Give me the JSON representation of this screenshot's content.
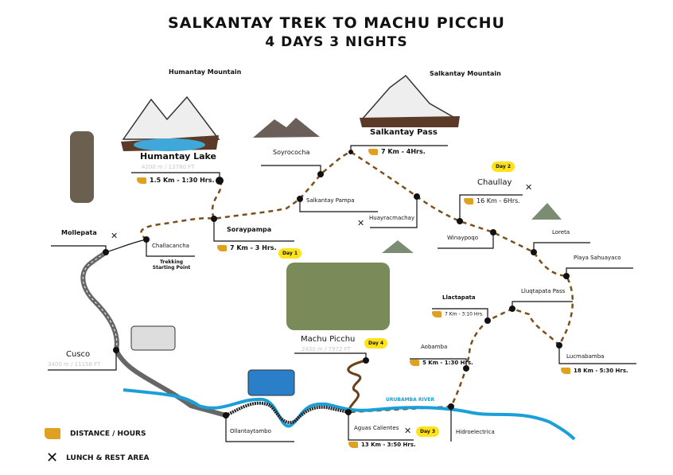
{
  "title": "SALKANTAY TREK TO MACHU PICCHU",
  "subtitle": "4 DAYS 3 NIGHTS",
  "colors": {
    "trail": "#7a4f1c",
    "river": "#1a9fd8",
    "day_badge": "#ffe21a",
    "boot": "#e0a020"
  },
  "mountains": {
    "humantay": "Humantay Mountain",
    "salkantay": "Salkantay Mountain"
  },
  "places": {
    "humantay_lake": {
      "name": "Humantay Lake",
      "elev": "4200 m / 13780 FT",
      "hours": "1.5 Km - 1:30 Hrs."
    },
    "soyrococha": {
      "name": "Soyrococha"
    },
    "salkantay_pass": {
      "name": "Salkantay Pass",
      "hours": "7 Km - 4Hrs."
    },
    "salkantay_pampa": {
      "name": "Salkantay Pampa"
    },
    "soraypampa": {
      "name": "Soraypampa",
      "hours": "7 Km - 3 Hrs.",
      "day": "Day 1"
    },
    "challacancha": {
      "name": "Challacancha",
      "note": "Trekking Starting Point"
    },
    "mollepata": {
      "name": "Mollepata"
    },
    "huayracmachay": {
      "name": "Huayracmachay"
    },
    "chaullay": {
      "name": "Chaullay",
      "hours": "16 Km - 6Hrs.",
      "day": "Day 2"
    },
    "winaypoqo": {
      "name": "Winaypoqo"
    },
    "loreta": {
      "name": "Loreta"
    },
    "playa": {
      "name": "Playa Sahuayaco"
    },
    "lluqtapata": {
      "name": "Lluqtapata Pass"
    },
    "llactapata": {
      "name": "Llactapata",
      "hours": "7 Km - 3:10 Hrs."
    },
    "aobamba": {
      "name": "Aobamba",
      "hours": "5 Km - 1:30 Hrs."
    },
    "lucmabamba": {
      "name": "Lucmabamba",
      "hours": "18 Km - 5:30 Hrs."
    },
    "machu_picchu": {
      "name": "Machu Picchu",
      "elev": "2430 m / 7972 FT",
      "day": "Day 4"
    },
    "aguas": {
      "name": "Aguas Calientes",
      "hours": "13 Km - 3:50 Hrs.",
      "day": "Day 3"
    },
    "hidro": {
      "name": "Hidroelectrica"
    },
    "ollantaytambo": {
      "name": "Ollantaytambo"
    },
    "cusco": {
      "name": "Cusco",
      "elev": "3400 m / 11156 FT"
    }
  },
  "river": "URUBAMBA RIVER",
  "legend": {
    "distance": "DISTANCE / HOURS",
    "lunch": "LUNCH & REST AREA"
  }
}
